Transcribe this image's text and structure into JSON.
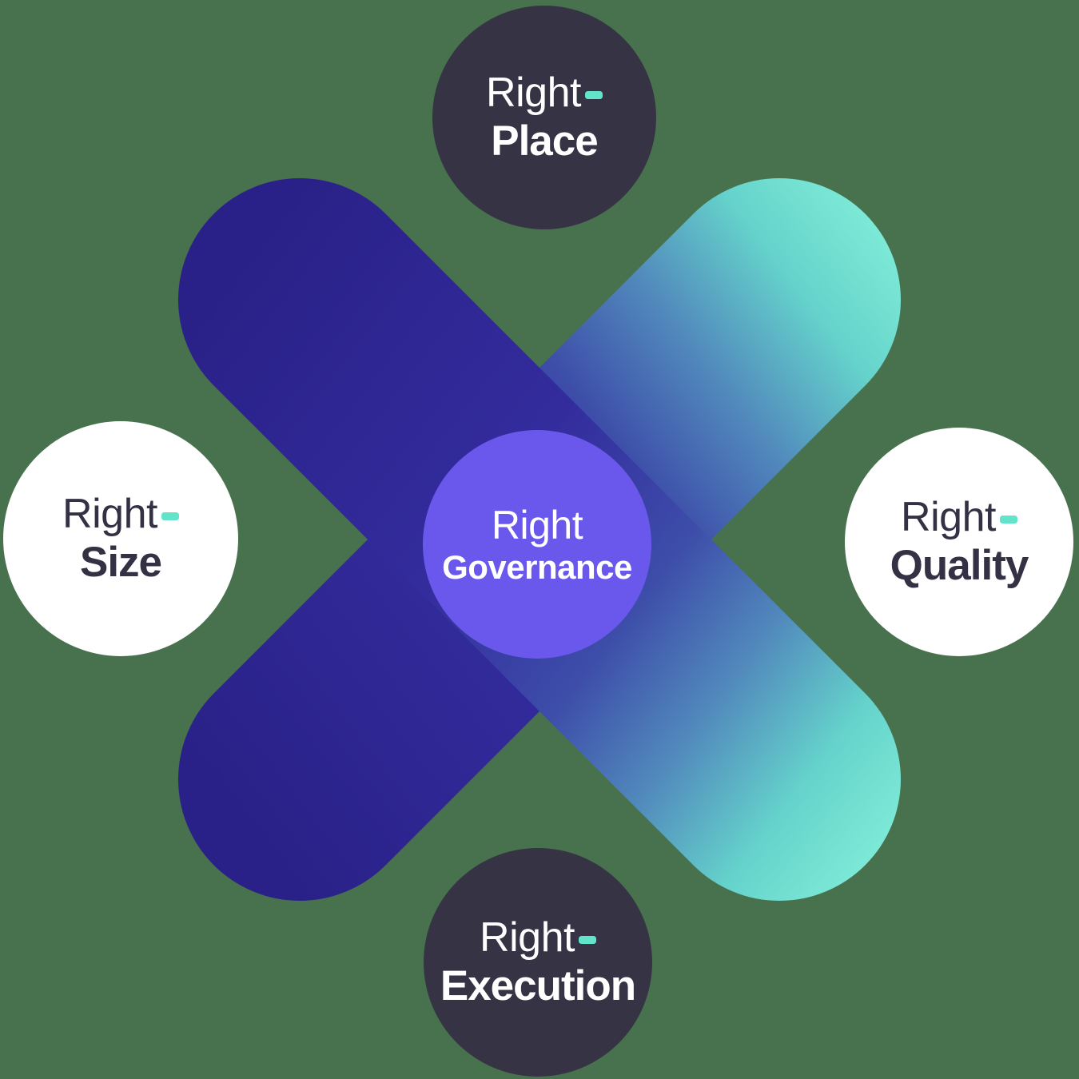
{
  "colors": {
    "background": "#48714E",
    "node_dark": "#363345",
    "node_light": "#FFFFFF",
    "node_accent": "#6A58EC",
    "text_on_dark": "#FFFFFF",
    "text_on_light": "#343145",
    "hyphen_teal": "#62E4CA",
    "capsule_indigo_deep": "#2A2188",
    "capsule_indigo": "#332C9D",
    "capsule_blue": "#3D4DA9",
    "capsule_steel": "#5189BC",
    "capsule_teal": "#65D3CB",
    "capsule_mint": "#7EEAD7"
  },
  "nodes": {
    "top": {
      "prefix": "Right",
      "hyphen": true,
      "word": "Place"
    },
    "right": {
      "prefix": "Right",
      "hyphen": true,
      "word": "Quality"
    },
    "bottom": {
      "prefix": "Right",
      "hyphen": true,
      "word": "Execution"
    },
    "left": {
      "prefix": "Right",
      "hyphen": true,
      "word": "Size"
    },
    "center": {
      "prefix": "Right",
      "hyphen": false,
      "word": "Governance"
    }
  }
}
